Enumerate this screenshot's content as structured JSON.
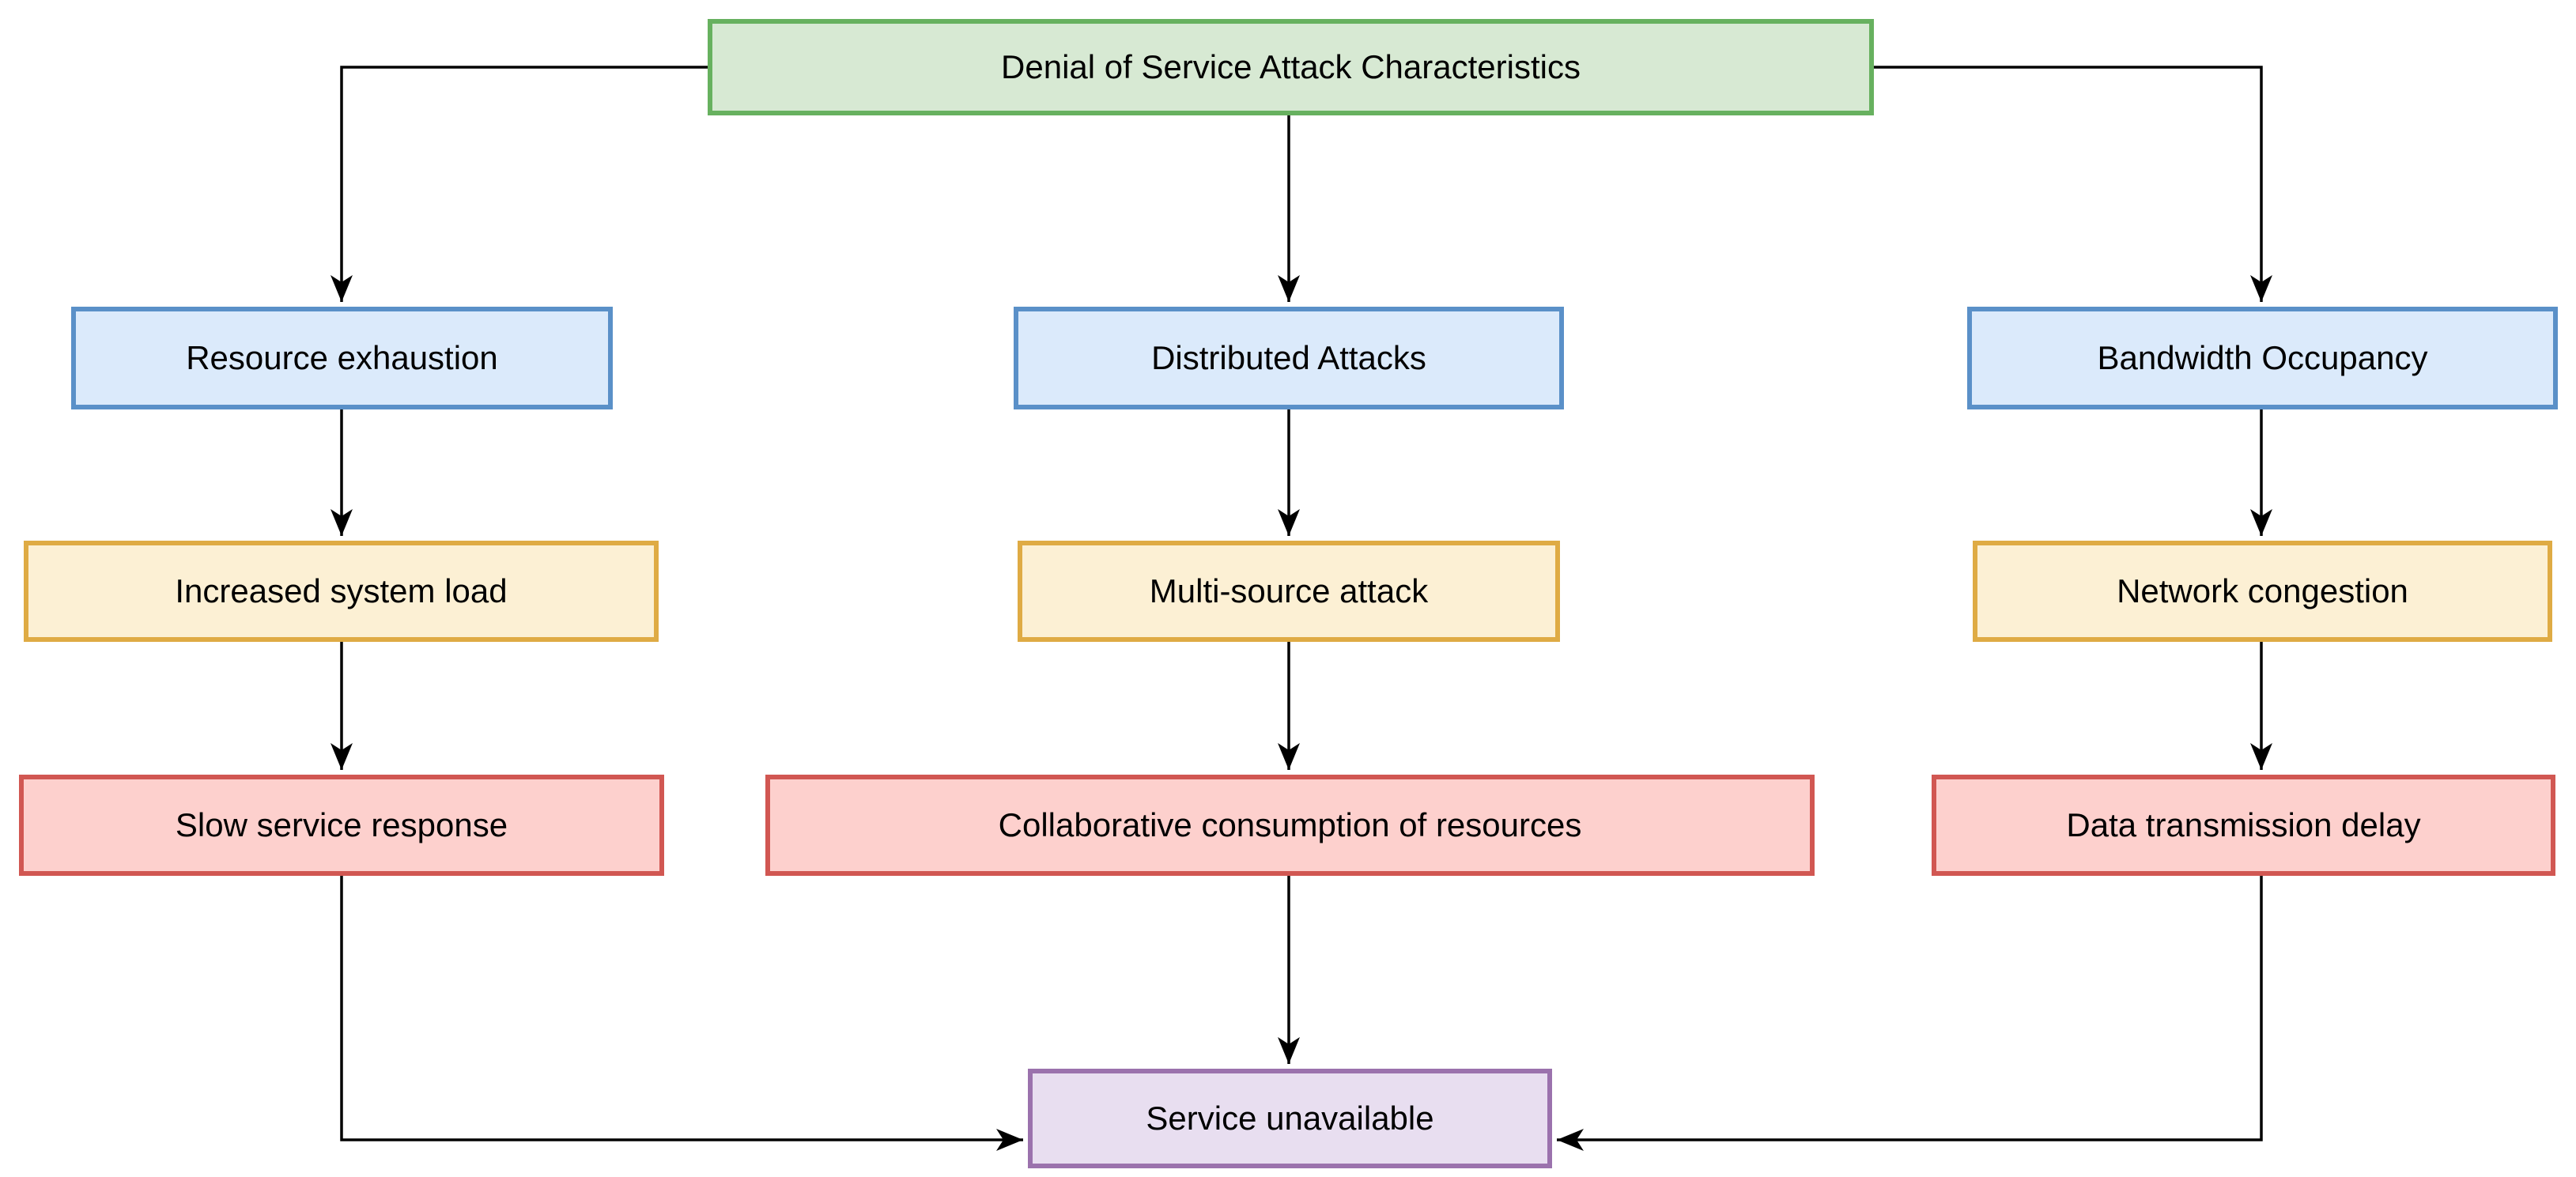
{
  "palette": {
    "green": {
      "fill": "#d7e9d3",
      "stroke": "#67b15f"
    },
    "blue": {
      "fill": "#dbeafb",
      "stroke": "#5a90c8"
    },
    "yellow": {
      "fill": "#fcf0d4",
      "stroke": "#dfab44"
    },
    "red": {
      "fill": "#fdd0cd",
      "stroke": "#d15752"
    },
    "purple": {
      "fill": "#e8def0",
      "stroke": "#9b72ad"
    },
    "connector": "#000000",
    "text": "#000000"
  },
  "nodes": {
    "root": {
      "label": "Denial of Service Attack Characteristics",
      "color": "green"
    },
    "resource_exhaustion": {
      "label": "Resource exhaustion",
      "color": "blue"
    },
    "distributed_attacks": {
      "label": "Distributed Attacks",
      "color": "blue"
    },
    "bandwidth_occupancy": {
      "label": "Bandwidth Occupancy",
      "color": "blue"
    },
    "increased_system_load": {
      "label": "Increased system load",
      "color": "yellow"
    },
    "multi_source_attack": {
      "label": "Multi-source attack",
      "color": "yellow"
    },
    "network_congestion": {
      "label": "Network congestion",
      "color": "yellow"
    },
    "slow_service_response": {
      "label": "Slow service response",
      "color": "red"
    },
    "collaborative_consumption": {
      "label": "Collaborative consumption of resources",
      "color": "red"
    },
    "data_transmission_delay": {
      "label": "Data transmission delay",
      "color": "red"
    },
    "service_unavailable": {
      "label": "Service unavailable",
      "color": "purple"
    }
  },
  "edges": [
    {
      "from": "root",
      "to": "resource_exhaustion"
    },
    {
      "from": "root",
      "to": "distributed_attacks"
    },
    {
      "from": "root",
      "to": "bandwidth_occupancy"
    },
    {
      "from": "resource_exhaustion",
      "to": "increased_system_load"
    },
    {
      "from": "distributed_attacks",
      "to": "multi_source_attack"
    },
    {
      "from": "bandwidth_occupancy",
      "to": "network_congestion"
    },
    {
      "from": "increased_system_load",
      "to": "slow_service_response"
    },
    {
      "from": "multi_source_attack",
      "to": "collaborative_consumption"
    },
    {
      "from": "network_congestion",
      "to": "data_transmission_delay"
    },
    {
      "from": "slow_service_response",
      "to": "service_unavailable"
    },
    {
      "from": "collaborative_consumption",
      "to": "service_unavailable"
    },
    {
      "from": "data_transmission_delay",
      "to": "service_unavailable"
    }
  ]
}
